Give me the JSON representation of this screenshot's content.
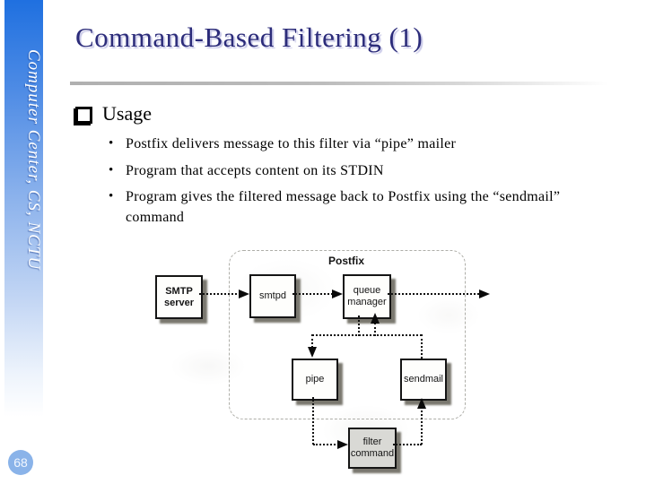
{
  "slide": {
    "title": "Command-Based Filtering (1)",
    "sidebar": {
      "vertical_text": "Computer Center, CS, NCTU",
      "page_number": "68"
    },
    "heading": {
      "label": "Usage"
    },
    "bullet_char": "•",
    "bullets": [
      "Postfix delivers message to this filter via “pipe” mailer",
      "Program that accepts content on its STDIN",
      "Program gives the filtered message back to Postfix using the “sendmail” command"
    ],
    "colors": {
      "title": "#2c2c7a",
      "title_shadow": "#c9c9e8",
      "sidebar_top_blue": "#1f70e0",
      "page_badge_blue": "#8ab3e9",
      "divider_gray": "#b9b9b9",
      "filter_box_gray": "#d9d9d5"
    }
  },
  "diagram": {
    "container_label": "Postfix",
    "boxes": [
      {
        "id": "smtp-server",
        "label": "SMTP server"
      },
      {
        "id": "smtpd",
        "label": "smtpd"
      },
      {
        "id": "queue-manager",
        "label": "queue manager"
      },
      {
        "id": "pipe",
        "label": "pipe"
      },
      {
        "id": "sendmail",
        "label": "sendmail"
      },
      {
        "id": "filter-command",
        "label": "filter command"
      }
    ],
    "connections": [
      "SMTP server → smtpd",
      "smtpd → queue manager",
      "queue manager → (outgoing delivery)",
      "queue manager → pipe",
      "pipe → filter command",
      "filter command → sendmail",
      "sendmail → queue manager"
    ]
  }
}
